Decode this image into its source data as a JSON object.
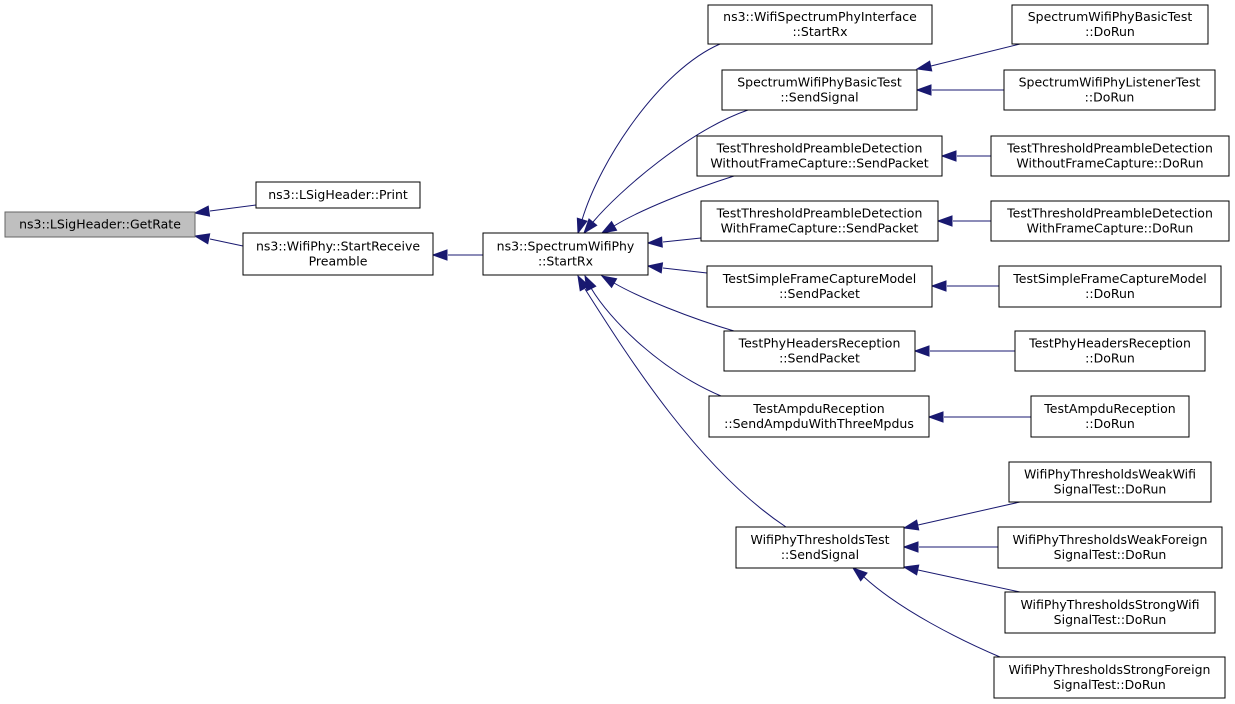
{
  "graph": {
    "nodes": [
      {
        "id": "getrate",
        "lines": [
          "ns3::LSigHeader::GetRate"
        ],
        "root": true
      },
      {
        "id": "print",
        "lines": [
          "ns3::LSigHeader::Print"
        ]
      },
      {
        "id": "startreceive",
        "lines": [
          "ns3::WifiPhy::StartReceive",
          "Preamble"
        ]
      },
      {
        "id": "spectrum_startrx",
        "lines": [
          "ns3::SpectrumWifiPhy",
          "::StartRx"
        ]
      },
      {
        "id": "iface_startrx",
        "lines": [
          "ns3::WifiSpectrumPhyInterface",
          "::StartRx"
        ]
      },
      {
        "id": "basic_sendsignal",
        "lines": [
          "SpectrumWifiPhyBasicTest",
          "::SendSignal"
        ]
      },
      {
        "id": "noframe_sendpacket",
        "lines": [
          "TestThresholdPreambleDetection",
          "WithoutFrameCapture::SendPacket"
        ]
      },
      {
        "id": "withframe_sendpacket",
        "lines": [
          "TestThresholdPreambleDetection",
          "WithFrameCapture::SendPacket"
        ]
      },
      {
        "id": "simplecap_sendpacket",
        "lines": [
          "TestSimpleFrameCaptureModel",
          "::SendPacket"
        ]
      },
      {
        "id": "phyhdr_sendpacket",
        "lines": [
          "TestPhyHeadersReception",
          "::SendPacket"
        ]
      },
      {
        "id": "ampdu_send",
        "lines": [
          "TestAmpduReception",
          "::SendAmpduWithThreeMpdus"
        ]
      },
      {
        "id": "thresh_sendsignal",
        "lines": [
          "WifiPhyThresholdsTest",
          "::SendSignal"
        ]
      },
      {
        "id": "basic_dorun",
        "lines": [
          "SpectrumWifiPhyBasicTest",
          "::DoRun"
        ]
      },
      {
        "id": "listener_dorun",
        "lines": [
          "SpectrumWifiPhyListenerTest",
          "::DoRun"
        ]
      },
      {
        "id": "noframe_dorun",
        "lines": [
          "TestThresholdPreambleDetection",
          "WithoutFrameCapture::DoRun"
        ]
      },
      {
        "id": "withframe_dorun",
        "lines": [
          "TestThresholdPreambleDetection",
          "WithFrameCapture::DoRun"
        ]
      },
      {
        "id": "simplecap_dorun",
        "lines": [
          "TestSimpleFrameCaptureModel",
          "::DoRun"
        ]
      },
      {
        "id": "phyhdr_dorun",
        "lines": [
          "TestPhyHeadersReception",
          "::DoRun"
        ]
      },
      {
        "id": "ampdu_dorun",
        "lines": [
          "TestAmpduReception",
          "::DoRun"
        ]
      },
      {
        "id": "weakwifi_dorun",
        "lines": [
          "WifiPhyThresholdsWeakWifi",
          "SignalTest::DoRun"
        ]
      },
      {
        "id": "weakforeign_dorun",
        "lines": [
          "WifiPhyThresholdsWeakForeign",
          "SignalTest::DoRun"
        ]
      },
      {
        "id": "strongwifi_dorun",
        "lines": [
          "WifiPhyThresholdsStrongWifi",
          "SignalTest::DoRun"
        ]
      },
      {
        "id": "strongforeign_dorun",
        "lines": [
          "WifiPhyThresholdsStrongForeign",
          "SignalTest::DoRun"
        ]
      }
    ],
    "edges": [
      {
        "from": "print",
        "to": "getrate"
      },
      {
        "from": "startreceive",
        "to": "getrate"
      },
      {
        "from": "spectrum_startrx",
        "to": "startreceive"
      },
      {
        "from": "iface_startrx",
        "to": "spectrum_startrx"
      },
      {
        "from": "basic_sendsignal",
        "to": "spectrum_startrx"
      },
      {
        "from": "noframe_sendpacket",
        "to": "spectrum_startrx"
      },
      {
        "from": "withframe_sendpacket",
        "to": "spectrum_startrx"
      },
      {
        "from": "simplecap_sendpacket",
        "to": "spectrum_startrx"
      },
      {
        "from": "phyhdr_sendpacket",
        "to": "spectrum_startrx"
      },
      {
        "from": "ampdu_send",
        "to": "spectrum_startrx"
      },
      {
        "from": "thresh_sendsignal",
        "to": "spectrum_startrx"
      },
      {
        "from": "basic_dorun",
        "to": "basic_sendsignal"
      },
      {
        "from": "listener_dorun",
        "to": "basic_sendsignal"
      },
      {
        "from": "noframe_dorun",
        "to": "noframe_sendpacket"
      },
      {
        "from": "withframe_dorun",
        "to": "withframe_sendpacket"
      },
      {
        "from": "simplecap_dorun",
        "to": "simplecap_sendpacket"
      },
      {
        "from": "phyhdr_dorun",
        "to": "phyhdr_sendpacket"
      },
      {
        "from": "ampdu_dorun",
        "to": "ampdu_send"
      },
      {
        "from": "weakwifi_dorun",
        "to": "thresh_sendsignal"
      },
      {
        "from": "weakforeign_dorun",
        "to": "thresh_sendsignal"
      },
      {
        "from": "strongwifi_dorun",
        "to": "thresh_sendsignal"
      },
      {
        "from": "strongforeign_dorun",
        "to": "thresh_sendsignal"
      }
    ],
    "colors": {
      "edge": "#191970",
      "root_fill": "#bfbfbf",
      "root_stroke": "#666666",
      "node_fill": "#ffffff",
      "node_stroke": "#000000"
    }
  }
}
